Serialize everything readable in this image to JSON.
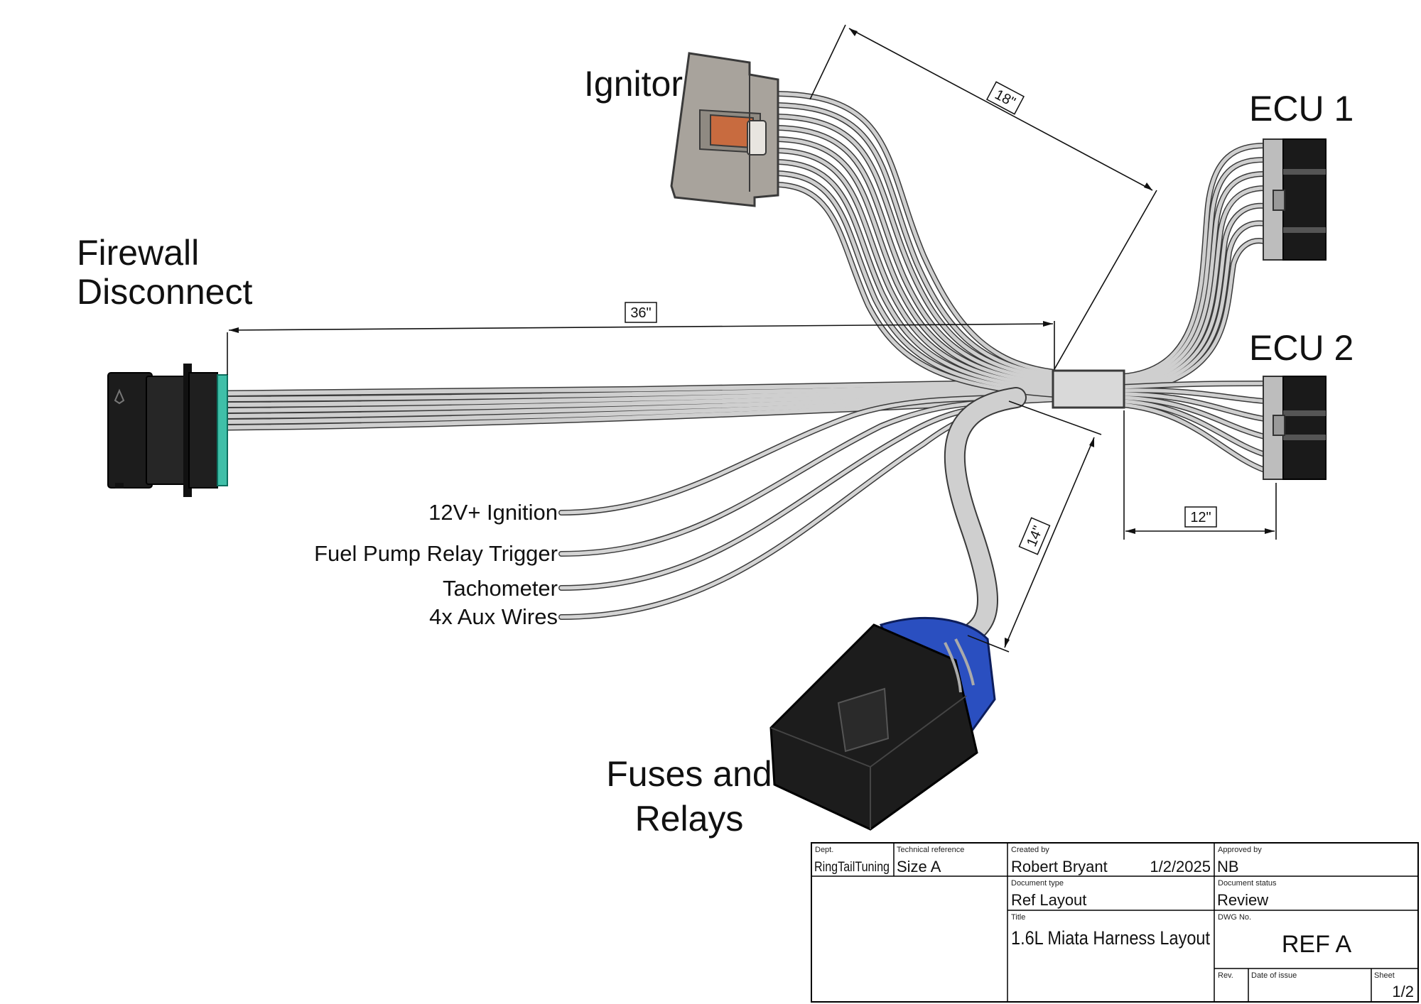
{
  "connectors": {
    "ignitor": "Ignitor",
    "ecu1": "ECU 1",
    "ecu2": "ECU 2",
    "firewall_line1": "Firewall",
    "firewall_line2": "Disconnect",
    "fuses_line1": "Fuses and",
    "fuses_line2": "Relays"
  },
  "loose_wires": [
    "12V+ Ignition",
    "Fuel Pump Relay Trigger",
    "Tachometer",
    "4x Aux Wires"
  ],
  "dimensions": {
    "firewall_to_split": "36\"",
    "ignitor_branch": "18\"",
    "ecu_branch": "12\"",
    "fuse_branch": "14\""
  },
  "title_block": {
    "dept_label": "Dept.",
    "dept": "RingTailTuning",
    "tech_ref_label": "Technical reference",
    "tech_ref": "Size A",
    "created_by_label": "Created by",
    "created_by": "Robert Bryant",
    "created_date": "1/2/2025",
    "approved_by_label": "Approved by",
    "approved_by": "NB",
    "doc_type_label": "Document type",
    "doc_type": "Ref Layout",
    "doc_status_label": "Document status",
    "doc_status": "Review",
    "title_label": "Title",
    "title": "1.6L Miata Harness Layout",
    "dwg_no_label": "DWG No.",
    "dwg_no": "REF A",
    "rev_label": "Rev.",
    "rev": "",
    "date_issue_label": "Date of issue",
    "date_issue": "",
    "sheet_label": "Sheet",
    "sheet": "1/2"
  },
  "colors": {
    "wire": "#c8c8c8",
    "wire_outline": "#3a3a3a",
    "connector_black": "#1c1c1c",
    "connector_gray": "#a8a39c",
    "fuse_blue": "#2a4fc0",
    "firewall_seal": "#3fbfa8"
  }
}
